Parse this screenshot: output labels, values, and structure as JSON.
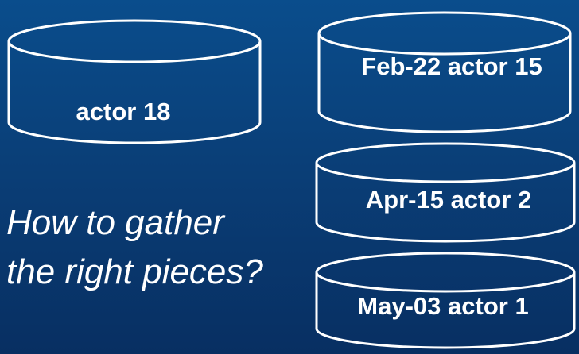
{
  "diagram": {
    "cylinders": [
      {
        "id": "c1",
        "label": "actor 18"
      },
      {
        "id": "c2",
        "label": "Feb-22 actor 15"
      },
      {
        "id": "c3",
        "label": "Apr-15 actor 2"
      },
      {
        "id": "c4",
        "label": "May-03 actor 1"
      }
    ],
    "question": {
      "line1": "How to gather",
      "line2": "the right pieces?"
    },
    "colors": {
      "background_top": "#0a4d8c",
      "background_bottom": "#082f62",
      "stroke": "#ffffff",
      "text": "#ffffff"
    }
  }
}
